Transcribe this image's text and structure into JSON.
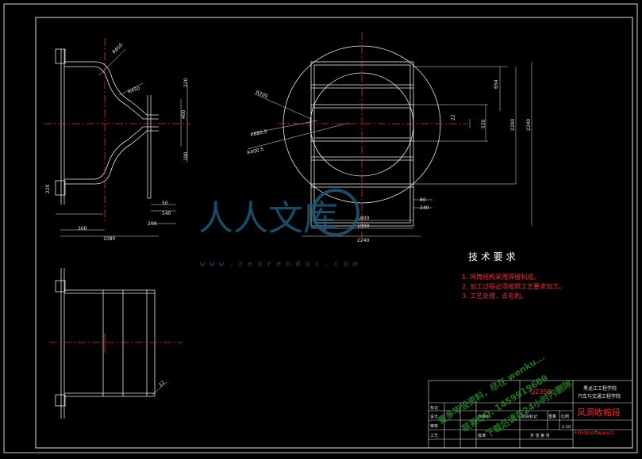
{
  "drawing": {
    "dims_left": [
      "R650",
      "R450",
      "220",
      "400",
      "180",
      "50",
      "300",
      "200",
      "140",
      "1080",
      "220"
    ],
    "dims_right": [
      "R200",
      "R680.5",
      "R400.5",
      "654",
      "530",
      "22",
      "2200",
      "2240",
      "1800",
      "1900",
      "2240",
      "80",
      "240"
    ],
    "dim_bottom": "12",
    "logo_text": "人人文库",
    "logo_url": "w w w . r e n r e n d o c . c o m"
  },
  "tech": {
    "heading": "技 术 要 求",
    "items": [
      "1. 风筒结构采用焊接制成。",
      "2. 加工过程必须按照工艺要求加工。",
      "3. 工艺处理，去毛刺。"
    ]
  },
  "title_block": {
    "material": "Q235B",
    "school": "黑龙江工程学院",
    "dept": "汽车与交通工程学院",
    "part_name": "风洞收缩段",
    "scale": "1:10",
    "drawing_no": "FDSS(software)2",
    "row_labels": [
      "标记",
      "设计",
      "审核",
      "工艺"
    ],
    "stage_label": "阶段标记",
    "weight_label": "重量",
    "scale_label": "比例",
    "sheet_label": "共 张  第 张",
    "std_label": "标准化",
    "date_label": "批准"
  },
  "watermarks": [
    "更多毕设资料，尽在 wenku...",
    "联系QQ: 1459919609",
    "下载后请在24小时内删除"
  ]
}
